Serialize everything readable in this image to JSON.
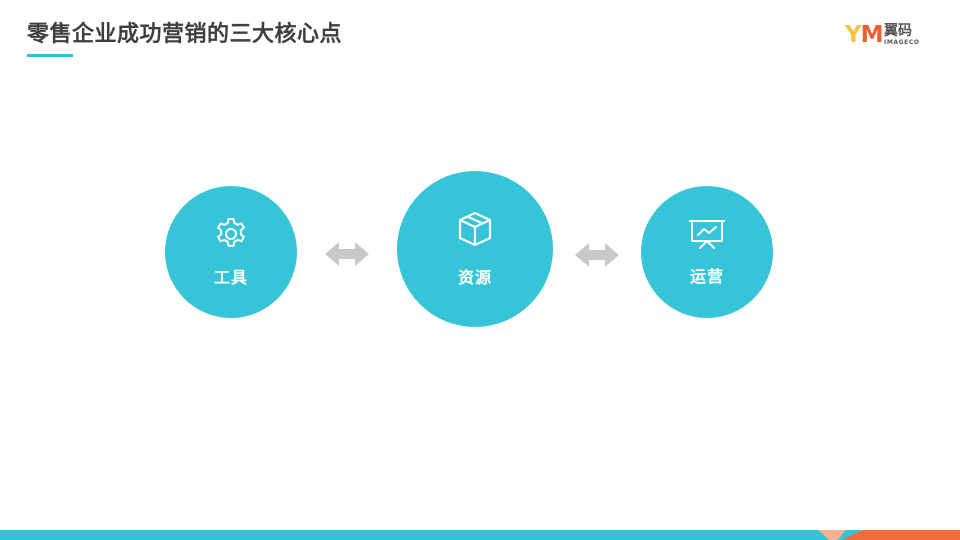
{
  "header": {
    "title": "零售企业成功营销的三大核心点"
  },
  "logo": {
    "mark_y": "Y",
    "mark_m": "M",
    "cn": "翼码",
    "en": "IMAGECO"
  },
  "nodes": [
    {
      "label": "工具",
      "icon": "gear-icon"
    },
    {
      "label": "资源",
      "icon": "box-icon"
    },
    {
      "label": "运营",
      "icon": "presentation-chart-icon"
    }
  ],
  "colors": {
    "accent": "#35c4d8",
    "arrow": "#c8c8c8",
    "footer_orange": "#f26b3a",
    "title": "#3f3f3f"
  }
}
